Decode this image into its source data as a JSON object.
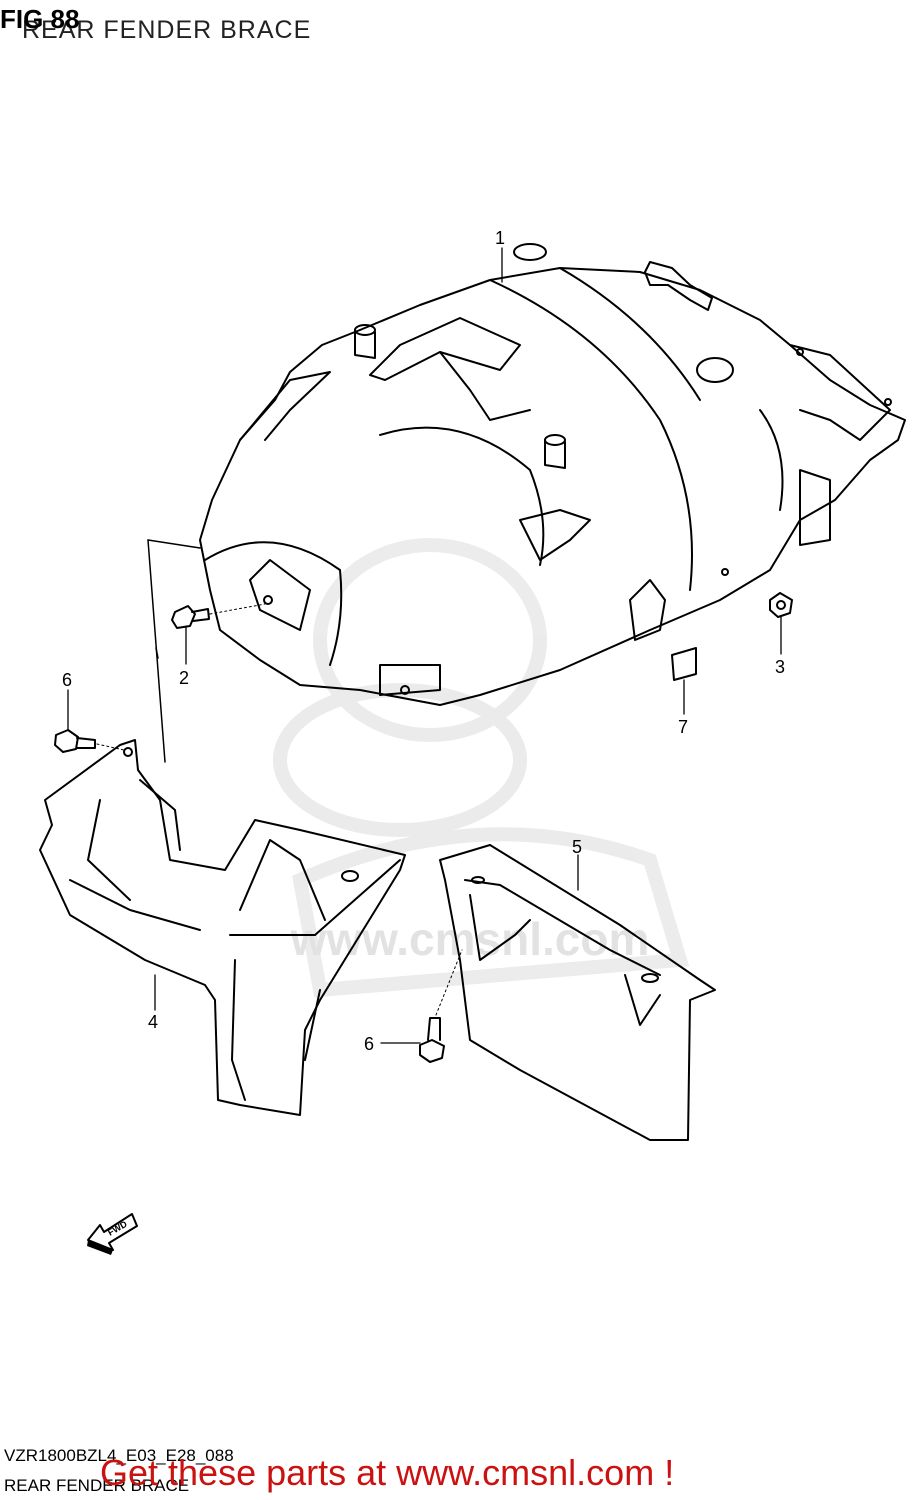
{
  "header": {
    "fig_label": "FIG 88",
    "title": "REAR FENDER BRACE"
  },
  "callouts": [
    "1",
    "2",
    "3",
    "4",
    "5",
    "6",
    "6",
    "7"
  ],
  "fwd_arrow_label": "FWD",
  "watermark": "www.cmsnl.com",
  "footer": {
    "model_code": "VZR1800BZL4_E03_E28_088",
    "figure_name": "REAR FENDER BRACE",
    "cta": "Get these parts at www.cmsnl.com !"
  },
  "colors": {
    "line": "#000000",
    "cta": "#cc1111",
    "watermark": "#d8d8d8"
  }
}
